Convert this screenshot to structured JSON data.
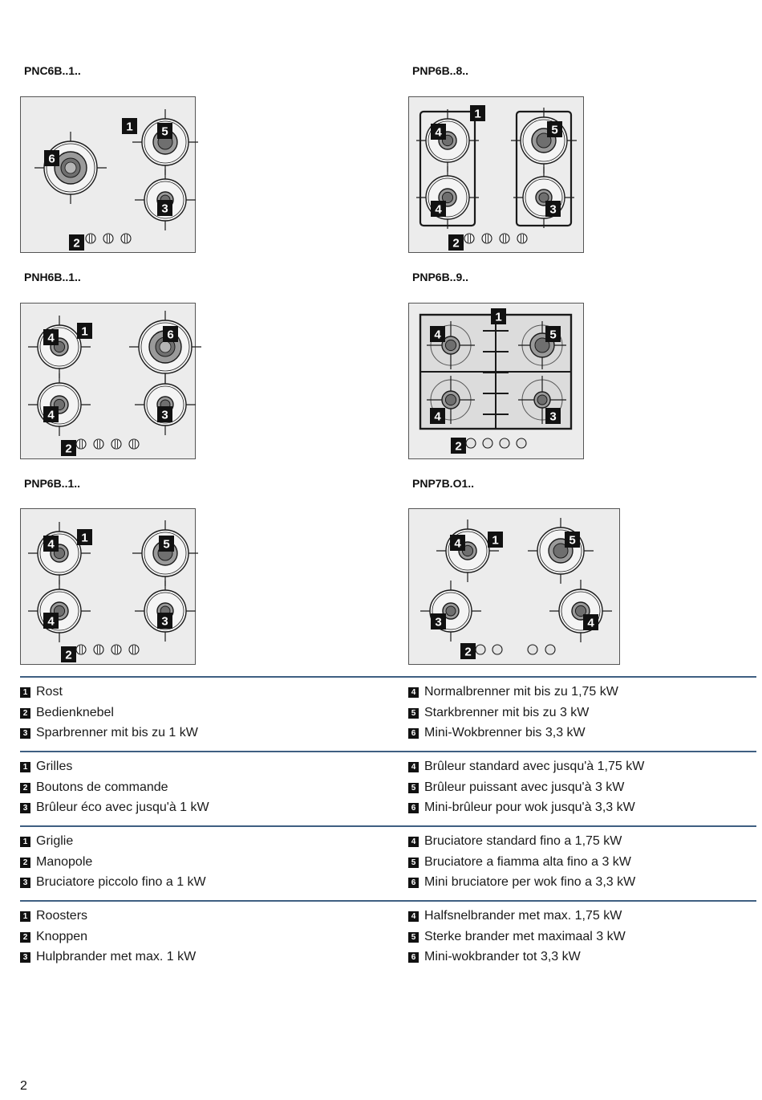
{
  "page_number": "2",
  "models": [
    {
      "label": "PNC6B..1.."
    },
    {
      "label": "PNP6B..8.."
    },
    {
      "label": "PNH6B..1.."
    },
    {
      "label": "PNP6B..9.."
    },
    {
      "label": "PNP6B..1.."
    },
    {
      "label": "PNP7B.O1.."
    }
  ],
  "callout_numbers": {
    "grate": "1",
    "knobs": "2",
    "economy": "3",
    "standard": "4",
    "high_power": "5",
    "wok": "6"
  },
  "legend": [
    {
      "left": [
        {
          "num": "1",
          "text": "Rost"
        },
        {
          "num": "2",
          "text": "Bedienknebel"
        },
        {
          "num": "3",
          "text": "Sparbrenner mit bis zu 1 kW"
        }
      ],
      "right": [
        {
          "num": "4",
          "text": "Normalbrenner mit bis zu 1,75 kW"
        },
        {
          "num": "5",
          "text": "Starkbrenner mit bis zu 3 kW"
        },
        {
          "num": "6",
          "text": "Mini-Wokbrenner bis 3,3 kW"
        }
      ]
    },
    {
      "left": [
        {
          "num": "1",
          "text": "Grilles"
        },
        {
          "num": "2",
          "text": "Boutons de commande"
        },
        {
          "num": "3",
          "text": "Brûleur éco avec jusqu'à 1 kW"
        }
      ],
      "right": [
        {
          "num": "4",
          "text": "Brûleur standard avec jusqu'à 1,75 kW"
        },
        {
          "num": "5",
          "text": "Brûleur puissant avec jusqu'à 3 kW"
        },
        {
          "num": "6",
          "text": "Mini-brûleur pour wok jusqu'à 3,3 kW"
        }
      ]
    },
    {
      "left": [
        {
          "num": "1",
          "text": "Griglie"
        },
        {
          "num": "2",
          "text": "Manopole"
        },
        {
          "num": "3",
          "text": "Bruciatore piccolo fino a 1 kW"
        }
      ],
      "right": [
        {
          "num": "4",
          "text": "Bruciatore standard fino a 1,75 kW"
        },
        {
          "num": "5",
          "text": "Bruciatore a fiamma alta fino a 3 kW"
        },
        {
          "num": "6",
          "text": "Mini bruciatore per wok fino a 3,3 kW"
        }
      ]
    },
    {
      "left": [
        {
          "num": "1",
          "text": "Roosters"
        },
        {
          "num": "2",
          "text": "Knoppen"
        },
        {
          "num": "3",
          "text": "Hulpbrander met max. 1 kW"
        }
      ],
      "right": [
        {
          "num": "4",
          "text": "Halfsnelbrander met max. 1,75 kW"
        },
        {
          "num": "5",
          "text": "Sterke brander met maximaal 3 kW"
        },
        {
          "num": "6",
          "text": "Mini-wokbrander tot 3,3 kW"
        }
      ]
    }
  ]
}
